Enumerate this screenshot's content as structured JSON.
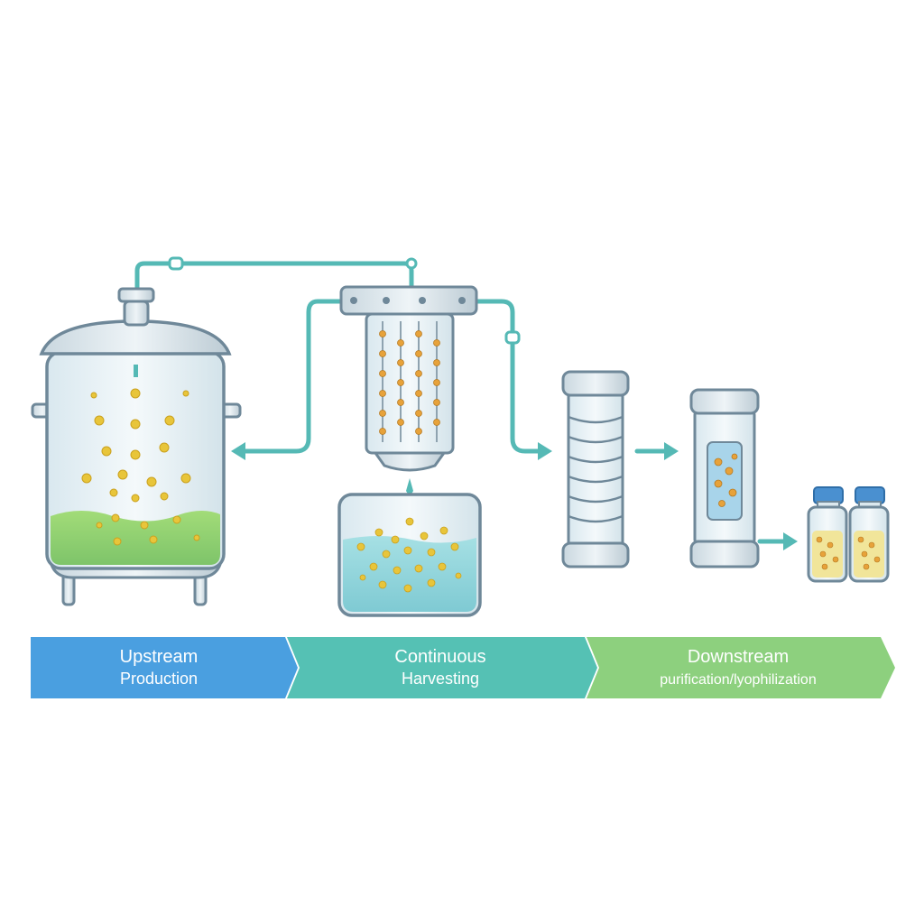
{
  "stages": [
    {
      "title": "Upstream",
      "subtitle": "Production",
      "color": "#4a9fe0",
      "text_color": "#ffffff"
    },
    {
      "title": "Continuous",
      "subtitle": "Harvesting",
      "color": "#55c1b4",
      "text_color": "#ffffff"
    },
    {
      "title": "Downstream",
      "subtitle": "purification/lyophilization",
      "color": "#8dd07e",
      "text_color": "#ffffff"
    }
  ],
  "colors": {
    "pipe": "#55b9b5",
    "vessel_outline": "#6f8899",
    "glass": "#e6f1f6",
    "broth": "#8fd26a",
    "harvest_liquid": "#8ed4dc",
    "particle": "#e8c53a",
    "particle_orange": "#e7a23a",
    "vial_cap": "#4a90d0"
  }
}
